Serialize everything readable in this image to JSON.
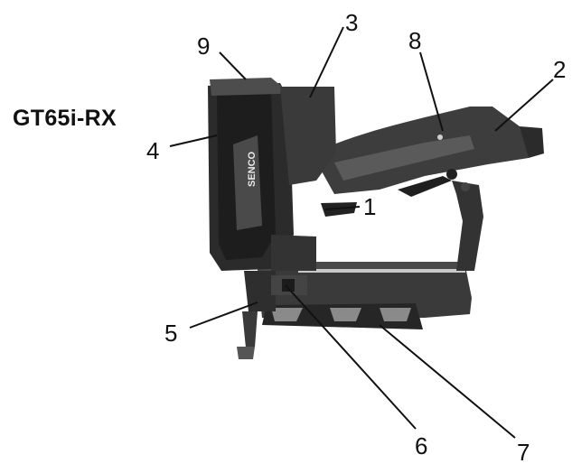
{
  "model_label": "GT65i-RX",
  "brand_text": "SENCO",
  "callouts": [
    "1",
    "2",
    "3",
    "4",
    "5",
    "6",
    "7",
    "8",
    "9"
  ],
  "colors": {
    "body_dark": "#2b2b2b",
    "body_mid": "#3d3d3d",
    "body_light": "#5a5a5a",
    "highlight": "#7a7a7a",
    "line": "#111111"
  }
}
